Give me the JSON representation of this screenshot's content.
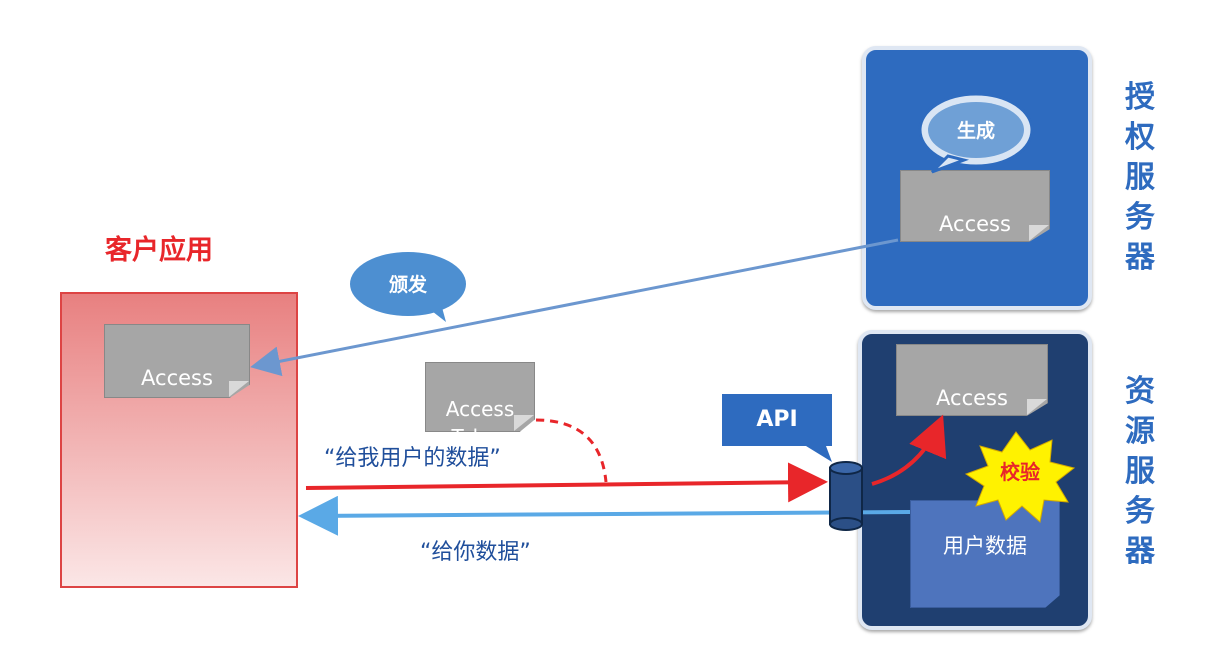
{
  "client": {
    "title": "客户应用"
  },
  "token_label": "Access\nToken",
  "tokens": {
    "client": "Access\nToken",
    "flying": "Access\nToken",
    "auth": "Access\nToken",
    "resource": "Access\nToken"
  },
  "auth_server": {
    "label": "授权服务器",
    "callout": "生成"
  },
  "resource_server": {
    "label": "资源服务器",
    "api": "API",
    "verify": "校验",
    "user_data": "用户数据"
  },
  "issue_callout": "颁发",
  "request_text": "“给我用户的数据”",
  "response_text": "“给你数据”",
  "colors": {
    "red": "#e8262a",
    "blue": "#2e6bbf",
    "dark_blue": "#1f3f70",
    "light_blue": "#5aa9e6",
    "arrow_gray_blue": "#6c97cf"
  }
}
